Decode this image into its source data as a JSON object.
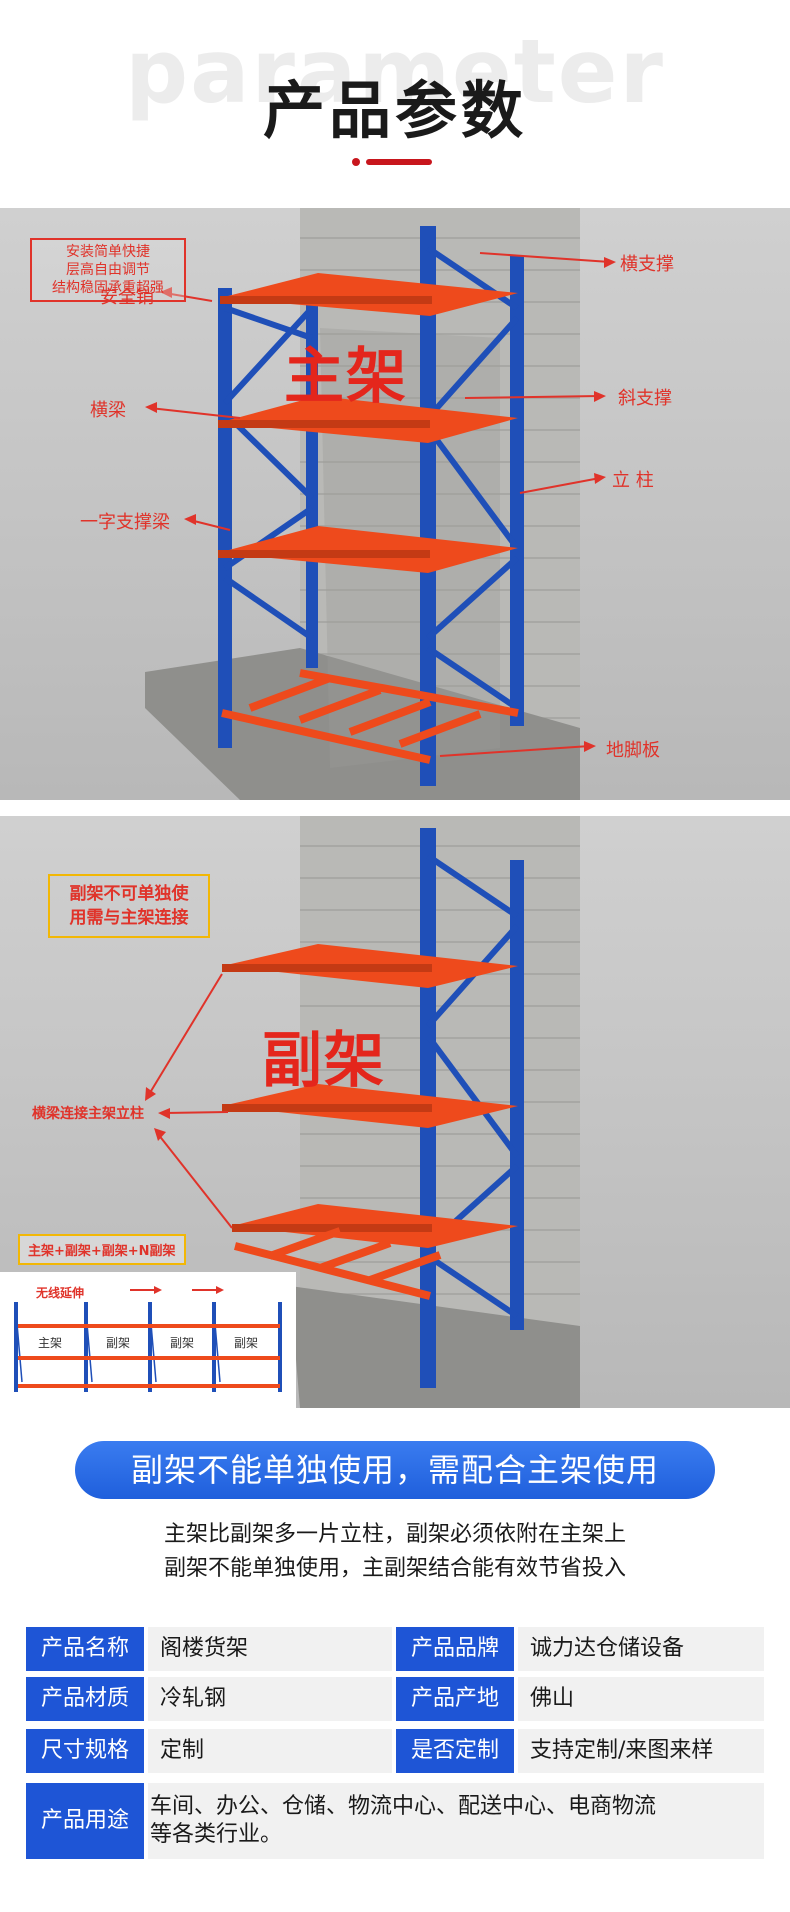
{
  "header": {
    "ghost_text": "parameter",
    "title": "产品参数"
  },
  "scene1": {
    "feature_box": [
      "安装简单快捷",
      "层高自由调节",
      "结构稳固承重超强"
    ],
    "center_label": "主架",
    "labels": {
      "safety_pin": "安全销",
      "beam": "横梁",
      "bar_beam": "一字支撑梁",
      "horizontal_brace": "横支撑",
      "diagonal_brace": "斜支撑",
      "upright": "立 柱",
      "foot_plate": "地脚板"
    }
  },
  "scene2": {
    "notice_box": [
      "副架不可单独使",
      "用需与主架连接"
    ],
    "center_label": "副架",
    "beam_connect_label": "横梁连接主架立柱",
    "combo_box": "主架+副架+副架+N副架",
    "inset": {
      "title": "无线延伸",
      "labels": [
        "主架",
        "副架",
        "副架",
        "副架"
      ]
    }
  },
  "banner": "副架不能单独使用，需配合主架使用",
  "description": [
    "主架比副架多一片立柱，副架必须依附在主架上",
    "副架不能单独使用，主副架结合能有效节省投入"
  ],
  "params": {
    "name_key": "产品名称",
    "name_val": "阁楼货架",
    "brand_key": "产品品牌",
    "brand_val": "诚力达仓储设备",
    "material_key": "产品材质",
    "material_val": "冷轧钢",
    "origin_key": "产品产地",
    "origin_val": "佛山",
    "size_key": "尺寸规格",
    "size_val": "定制",
    "custom_key": "是否定制",
    "custom_val": "支持定制/来图来样",
    "usage_key": "产品用途",
    "usage_val": "车间、办公、仓储、物流中心、配送中心、电商物流等各类行业。"
  },
  "colors": {
    "accent_red": "#c8161d",
    "label_red": "#e0332a",
    "rack_blue": "#1f4fb8",
    "rack_orange": "#ee4a1c",
    "banner_blue": "#1f5fdc",
    "table_key_blue": "#1e55d6"
  }
}
